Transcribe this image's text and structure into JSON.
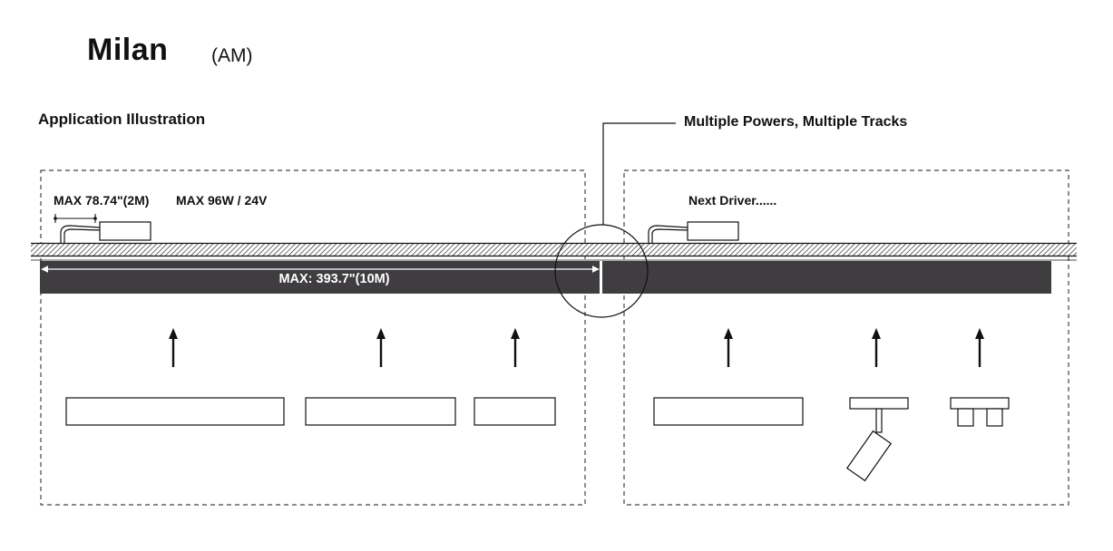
{
  "header": {
    "title": "Milan",
    "subtitle": "(AM)"
  },
  "section_label": "Application Illustration",
  "callout_label": "Multiple Powers, Multiple Tracks",
  "left_panel": {
    "max_length_note": "MAX 78.74\"(2M)",
    "max_power_note": "MAX 96W / 24V",
    "track_dimension": "MAX: 393.7\"(10M)"
  },
  "right_panel": {
    "driver_note": "Next Driver......"
  },
  "colors": {
    "track": "#3f3d40",
    "line": "#111111",
    "dashed_border": "#444444",
    "background": "#ffffff"
  },
  "icons": [
    "driver-box",
    "up-arrow",
    "linear-module",
    "spotlight",
    "twin-downlight",
    "magnifier-circle"
  ]
}
